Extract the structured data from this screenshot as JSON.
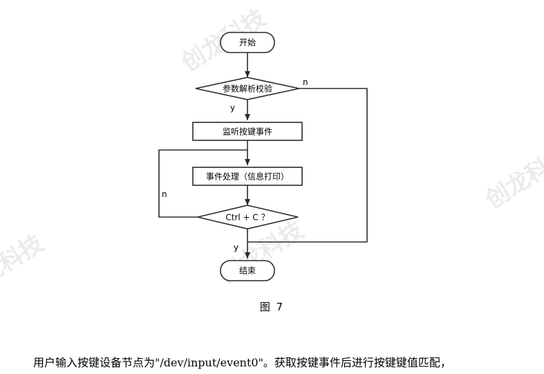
{
  "nodes": {
    "start": "开始",
    "param_check": "参数解析校验",
    "listen": "监听按键事件",
    "handle": "事件处理（信息打印）",
    "ctrl_c": "Ctrl + C ？",
    "end": "结束"
  },
  "edges": {
    "param_yes": "y",
    "param_no": "n",
    "loop_no": "n",
    "ctrl_yes": "y"
  },
  "watermark": {
    "text": "创龙科技"
  },
  "caption": "图 7",
  "body_text": "用户输入按键设备节点为\"/dev/input/event0\"。获取按键事件后进行按键键值匹配，"
}
